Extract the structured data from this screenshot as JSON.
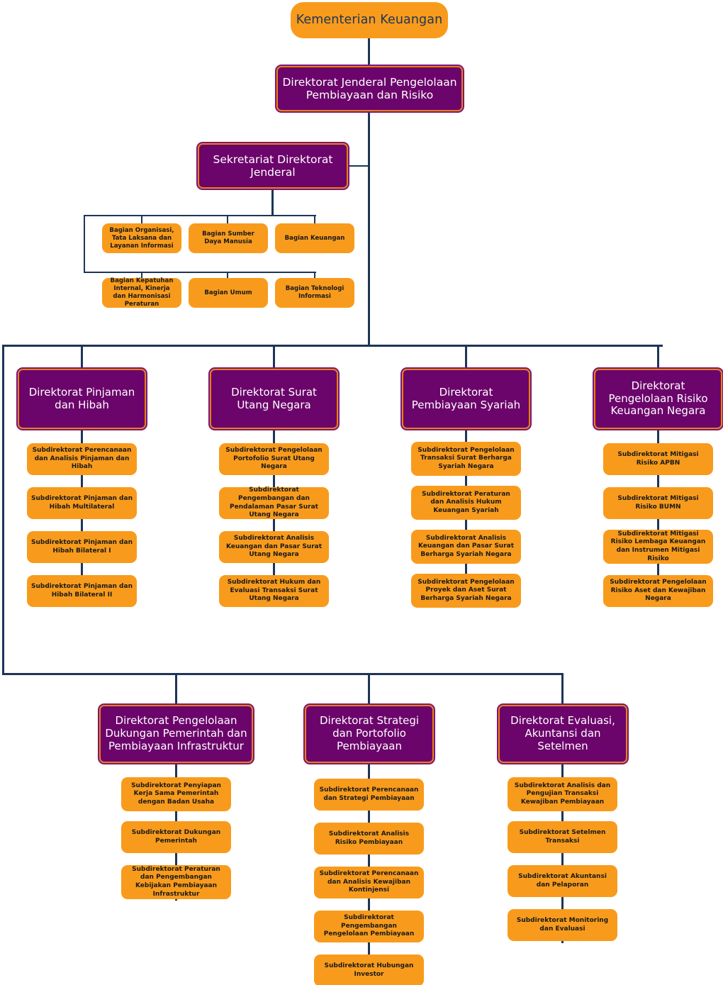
{
  "diagram": {
    "title_node": "Kementerian Keuangan",
    "colors": {
      "orange": "#F89B1C",
      "purple": "#6B046B",
      "purple_border": "#E8820C",
      "line": "#1d3557",
      "root_text": "#1d3557",
      "purple_text": "#ffffff",
      "leaf_text": "#1a1a1a"
    }
  },
  "root": {
    "label": "Kementerian Keuangan"
  },
  "djppr": {
    "label": "Direktorat Jenderal Pengelolaan Pembiayaan dan Risiko"
  },
  "sekretariat": {
    "label": "Sekretariat Direktorat Jenderal",
    "bagian": [
      {
        "label": "Bagian Organisasi, Tata Laksana dan Layanan Informasi"
      },
      {
        "label": "Bagian Sumber Daya Manusia"
      },
      {
        "label": "Bagian Keuangan"
      },
      {
        "label": "Bagian Kepatuhan Internal, Kinerja dan Harmonisasi Peraturan"
      },
      {
        "label": "Bagian Umum"
      },
      {
        "label": "Bagian Teknologi Informasi"
      }
    ]
  },
  "directorates_row1": [
    {
      "label": "Direktorat Pinjaman dan Hibah",
      "subdirectorates": [
        {
          "label": "Subdirektorat Perencanaan dan Analisis Pinjaman dan Hibah"
        },
        {
          "label": "Subdirektorat Pinjaman dan Hibah Multilateral"
        },
        {
          "label": "Subdirektorat Pinjaman dan Hibah Bilateral I"
        },
        {
          "label": "Subdirektorat Pinjaman dan Hibah Bilateral II"
        }
      ]
    },
    {
      "label": "Direktorat Surat Utang Negara",
      "subdirectorates": [
        {
          "label": "Subdirektorat Pengelolaan Portofolio Surat Utang Negara"
        },
        {
          "label": "Subdirektorat Pengembangan dan Pendalaman Pasar Surat Utang Negara"
        },
        {
          "label": "Subdirektorat Analisis Keuangan dan Pasar Surat Utang Negara"
        },
        {
          "label": "Subdirektorat Hukum dan Evaluasi Transaksi Surat Utang Negara"
        }
      ]
    },
    {
      "label": "Direktorat Pembiayaan Syariah",
      "subdirectorates": [
        {
          "label": "Subdirektorat Pengelolaan Transaksi Surat Berharga Syariah Negara"
        },
        {
          "label": "Subdirektorat Peraturan dan Analisis Hukum Keuangan Syariah"
        },
        {
          "label": "Subdirektorat Analisis Keuangan dan Pasar Surat Berharga Syariah Negara"
        },
        {
          "label": "Subdirektorat Pengelolaan Proyek dan Aset Surat Berharga Syariah Negara"
        }
      ]
    },
    {
      "label": "Direktorat Pengelolaan Risiko Keuangan Negara",
      "subdirectorates": [
        {
          "label": "Subdirektorat Mitigasi Risiko APBN"
        },
        {
          "label": "Subdirektorat Mitigasi Risiko BUMN"
        },
        {
          "label": "Subdirektorat Mitigasi Risiko Lembaga Keuangan dan Instrumen Mitigasi Risiko"
        },
        {
          "label": "Subdirektorat Pengelolaan Risiko Aset dan Kewajiban Negara"
        }
      ]
    }
  ],
  "directorates_row2": [
    {
      "label": "Direktorat Pengelolaan Dukungan Pemerintah dan Pembiayaan Infrastruktur",
      "subdirectorates": [
        {
          "label": "Subdirektorat Penyiapan Kerja Sama Pemerintah dengan Badan Usaha"
        },
        {
          "label": "Subdirektorat Dukungan Pemerintah"
        },
        {
          "label": "Subdirektorat Peraturan dan Pengembangan Kebijakan Pembiayaan Infrastruktur"
        }
      ]
    },
    {
      "label": "Direktorat Strategi dan Portofolio Pembiayaan",
      "subdirectorates": [
        {
          "label": "Subdirektorat Perencanaan dan Strategi Pembiayaan"
        },
        {
          "label": "Subdirektorat Analisis Risiko Pembiayaan"
        },
        {
          "label": "Subdirektorat Perencanaan dan Analisis Kewajiban Kontinjensi"
        },
        {
          "label": "Subdirektorat Pengembangan Pengelolaan Pembiayaan"
        },
        {
          "label": "Subdirektorat Hubungan Investor"
        }
      ]
    },
    {
      "label": "Direktorat Evaluasi, Akuntansi dan Setelmen",
      "subdirectorates": [
        {
          "label": "Subdirektorat Analisis dan Pengujian Transaksi Kewajiban Pembiayaan"
        },
        {
          "label": "Subdirektorat Setelmen Transaksi"
        },
        {
          "label": "Subdirektorat Akuntansi dan Pelaporan"
        },
        {
          "label": "Subdirektorat Monitoring dan Evaluasi"
        }
      ]
    }
  ]
}
